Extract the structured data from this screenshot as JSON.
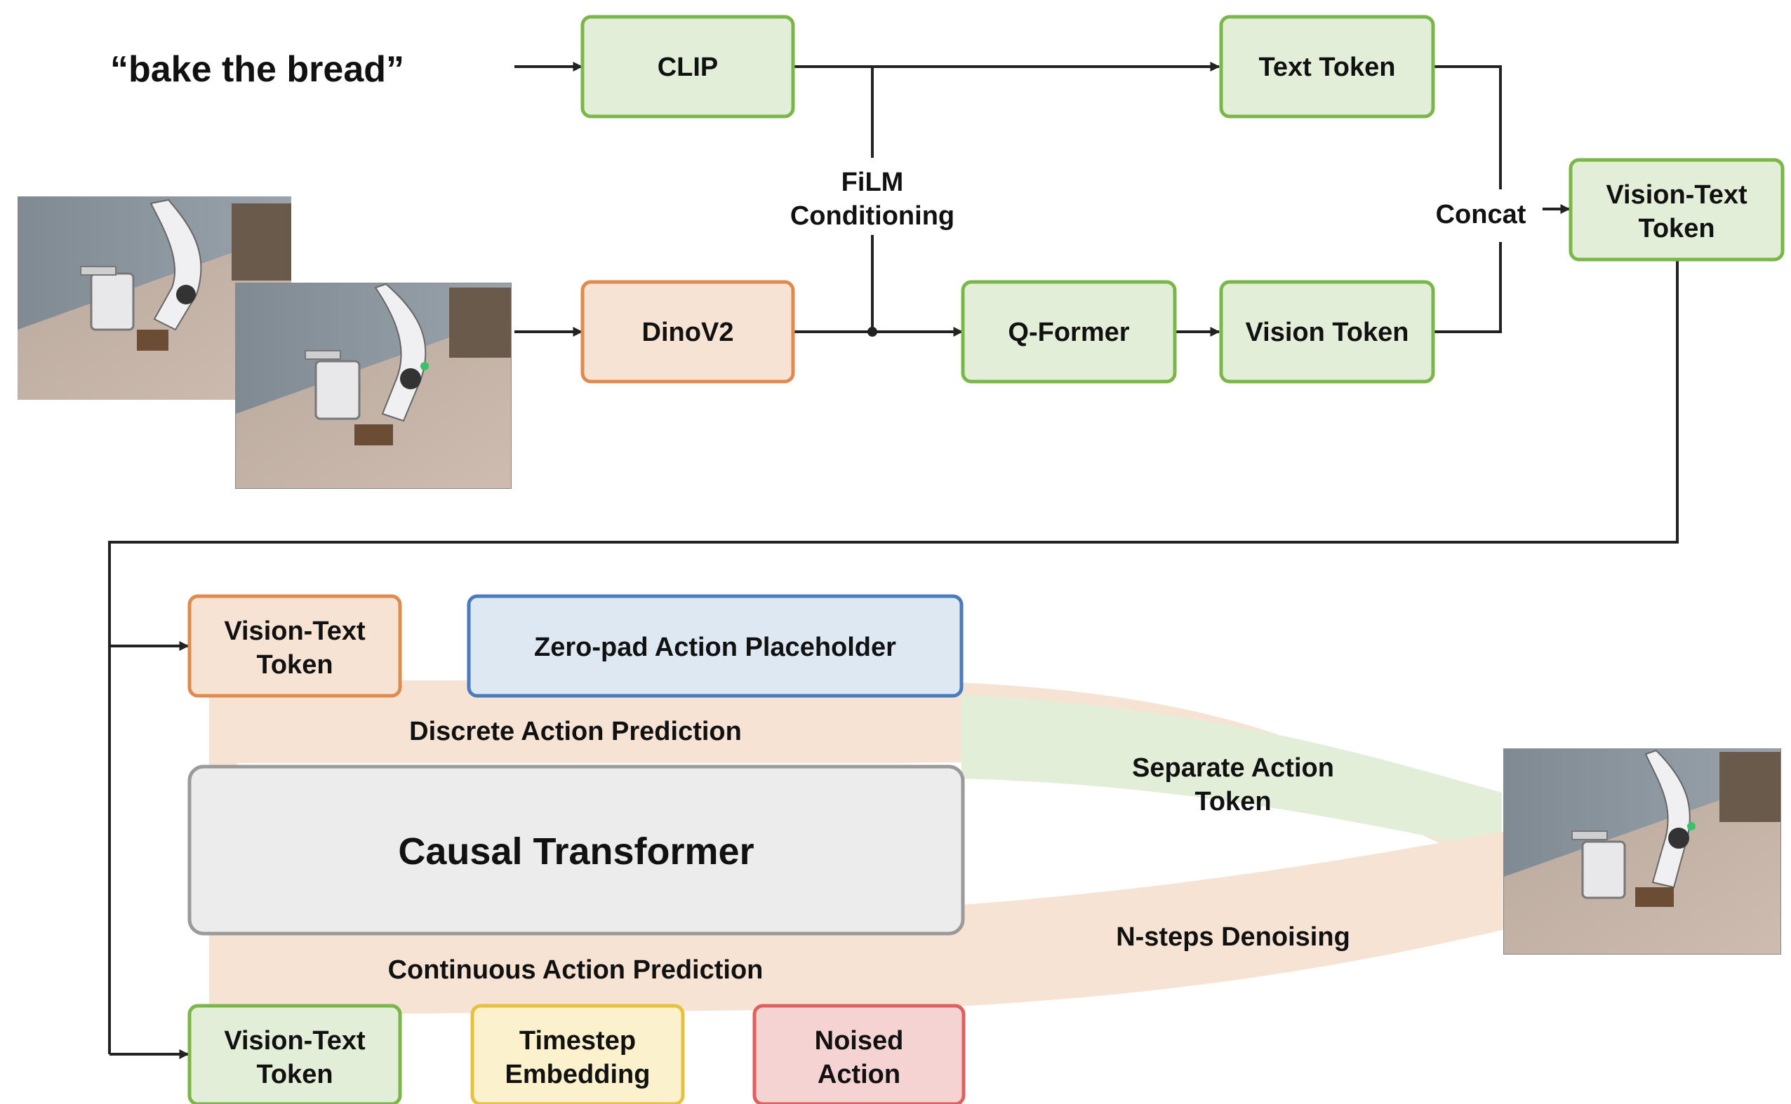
{
  "prompt": {
    "text": "“bake the bread”"
  },
  "modules": {
    "clip": "CLIP",
    "dinov2": "DinoV2",
    "qformer": "Q-Former",
    "text_token": "Text Token",
    "vision_token": "Vision Token",
    "vision_text_token": [
      "Vision-Text",
      "Token"
    ]
  },
  "connectors": {
    "film": [
      "FiLM",
      "Conditioning"
    ],
    "concat": "Concat"
  },
  "bottom": {
    "discrete_input": [
      "Vision-Text",
      "Token"
    ],
    "placeholder": "Zero-pad Action Placeholder",
    "discrete_label": "Discrete Action Prediction",
    "transformer": "Causal Transformer",
    "continuous_label": "Continuous Action Prediction",
    "continuous_input": [
      "Vision-Text",
      "Token"
    ],
    "timestep": [
      "Timestep",
      "Embedding"
    ],
    "noised": [
      "Noised",
      "Action"
    ],
    "separate_token": [
      "Separate Action",
      "Token"
    ],
    "denoising": "N-steps Denoising"
  },
  "images": [
    "robot-photo-back",
    "robot-photo-front",
    "robot-photo-result"
  ],
  "colors": {
    "green_fill": "#e3eed9",
    "green_stroke": "#7ab648",
    "orange_fill": "#f6e3d3",
    "orange_stroke": "#e08a4d",
    "blue_fill": "#dde8f3",
    "blue_stroke": "#4a7bbd",
    "gray_fill": "#ececec",
    "gray_stroke": "#9a9a9a",
    "yellow_fill": "#fbf1cc",
    "yellow_stroke": "#e8c040",
    "red_fill": "#f6d3d3",
    "red_stroke": "#e06060",
    "band_orange": "#f6e3d3",
    "band_green": "#e3eed9"
  }
}
